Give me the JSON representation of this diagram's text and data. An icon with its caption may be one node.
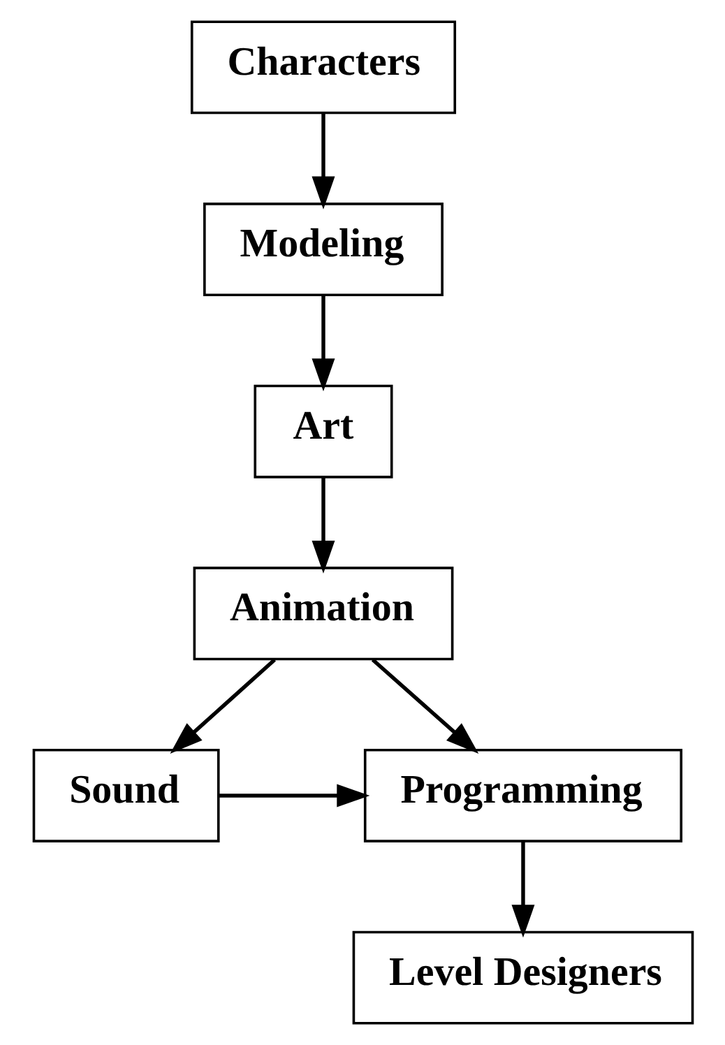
{
  "diagram": {
    "nodes": [
      {
        "text": [
          "Characters"
        ]
      },
      {
        "text": [
          "Modeling"
        ]
      },
      {
        "text": [
          "Art"
        ]
      },
      {
        "text": [
          "Animation"
        ]
      },
      {
        "text": [
          "Programming"
        ]
      },
      {
        "text": [
          "Sound"
        ]
      },
      {
        "text": [
          "Level Designers"
        ]
      }
    ],
    "edges": [
      {
        "from": 0,
        "to": 1,
        "arrow": "to"
      },
      {
        "from": 1,
        "to": 2,
        "arrow": "to"
      },
      {
        "from": 2,
        "to": 3,
        "arrow": "to"
      },
      {
        "from": 3,
        "to": 4,
        "arrow": "to"
      },
      {
        "from": 3,
        "to": 5,
        "arrow": "to"
      },
      {
        "from": 5,
        "to": 4,
        "arrow": "to"
      },
      {
        "from": 4,
        "to": 6,
        "arrow": "to"
      }
    ]
  }
}
